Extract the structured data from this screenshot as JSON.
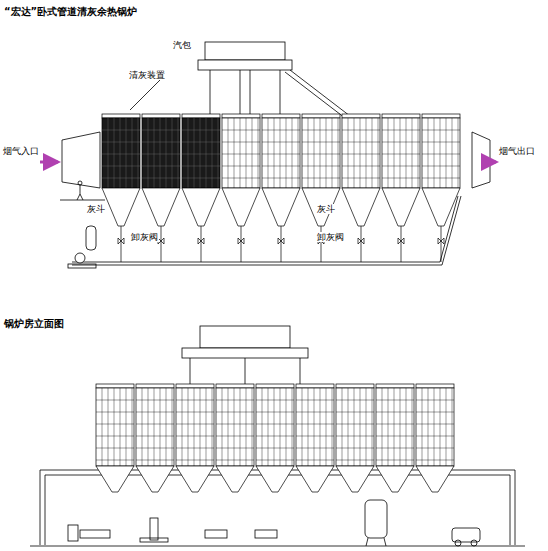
{
  "diagram": {
    "title": "“宏达”卧式管道清灰余热锅炉",
    "labels": [
      "烟气入口",
      "烟气出口",
      "汽包",
      "清灰装置",
      "灰斗",
      "卸灰阀",
      "灰斗",
      "卸灰阀",
      "锅炉房立面图"
    ]
  }
}
